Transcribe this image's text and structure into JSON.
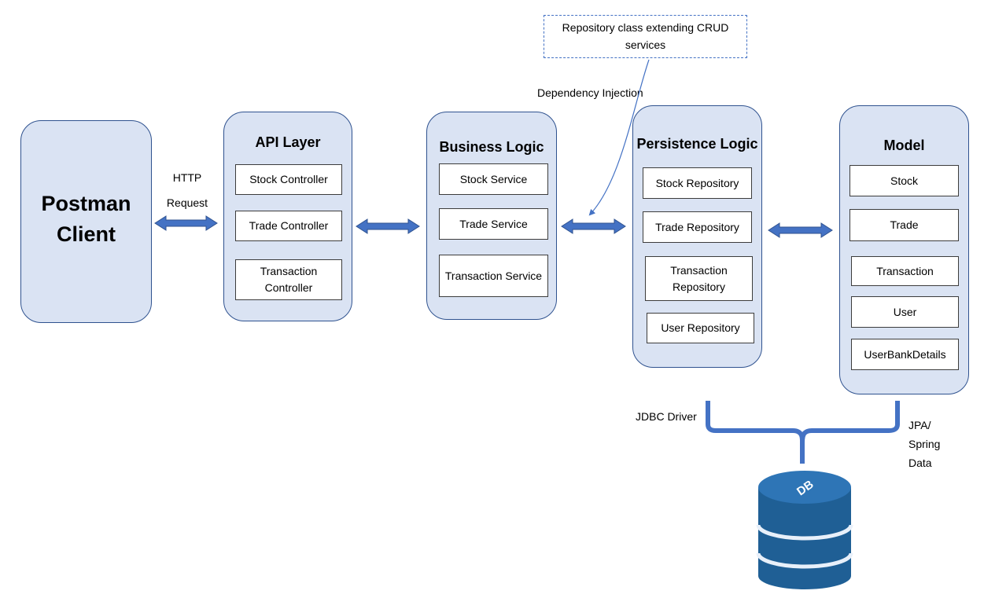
{
  "client": {
    "line1": "Postman",
    "line2": "Client"
  },
  "http_label": {
    "line1": "HTTP",
    "line2": "Request"
  },
  "api_layer": {
    "title": "API Layer",
    "items": [
      "Stock Controller",
      "Trade Controller",
      "Transaction Controller"
    ]
  },
  "business_logic": {
    "title": "Business Logic",
    "items": [
      "Stock Service",
      "Trade Service",
      "Transaction Service"
    ]
  },
  "persistence_logic": {
    "title": "Persistence Logic",
    "items": [
      "Stock Repository",
      "Trade Repository",
      "Transaction Repository",
      "User Repository"
    ]
  },
  "model": {
    "title": "Model",
    "items": [
      "Stock",
      "Trade",
      "Transaction",
      "User",
      "UserBankDetails"
    ]
  },
  "repository_note": "Repository class extending CRUD services",
  "dependency_injection_label": "Dependency Injection",
  "jdbc_label": "JDBC Driver",
  "jpa_label": {
    "line1": "JPA/",
    "line2": "Spring",
    "line3": "Data"
  },
  "db_label": "DB",
  "colors": {
    "panel_fill": "#dae3f3",
    "panel_border": "#2f528f",
    "arrow": "#4472c4",
    "db_top": "#2e75b6",
    "db_body": "#1f5f95"
  }
}
